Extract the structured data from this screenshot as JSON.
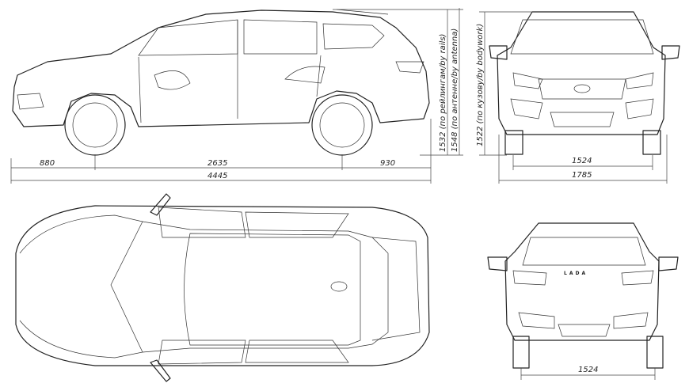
{
  "side_view": {
    "front_overhang": "880",
    "wheelbase": "2635",
    "rear_overhang": "930",
    "overall_length": "4445",
    "height_rails": "1532 (по рейлингам/by rails)",
    "height_antenna": "1548 (по антенне/by antenna)"
  },
  "front_view": {
    "height_bodywork": "1522 (по кузову/by bodywork)",
    "front_track": "1524",
    "overall_width": "1785"
  },
  "rear_view": {
    "rear_track": "1524",
    "badge": "LADA"
  }
}
